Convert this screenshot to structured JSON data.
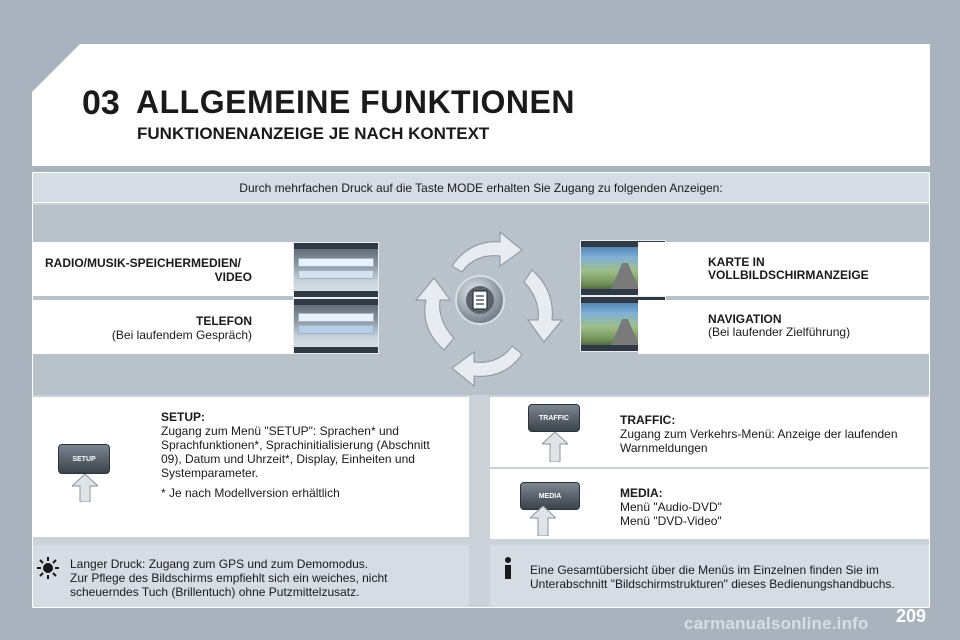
{
  "header": {
    "chapter": "03",
    "title": "ALLGEMEINE FUNKTIONEN",
    "subtitle": "FUNKTIONENANZEIGE JE NACH KONTEXT"
  },
  "intro": "Durch mehrfachen Druck auf die Taste MODE erhalten Sie Zugang zu folgenden Anzeigen:",
  "modes": {
    "radio": {
      "label_line1": "RADIO/MUSIK-SPEICHERMEDIEN/",
      "label_line2": "VIDEO"
    },
    "telefon": {
      "label": "TELEFON",
      "note": "(Bei laufendem Gespräch)"
    },
    "karte": {
      "label_line1": "KARTE IN",
      "label_line2": "VOLLBILDSCHIRMANZEIGE"
    },
    "navigation": {
      "label": "NAVIGATION",
      "note": "(Bei laufender Zielführung)"
    }
  },
  "setup": {
    "button_label": "SETUP",
    "title": "SETUP:",
    "line1": "Zugang zum Menü \"SETUP\": Sprachen* und",
    "line2": "Sprachfunktionen*, Sprachinitialisierung (Abschnitt",
    "line3": "09), Datum und Uhrzeit*, Display, Einheiten und",
    "line4": "Systemparameter.",
    "footnote": "* Je nach Modellversion erhältlich"
  },
  "traffic": {
    "button_label": "TRAFFIC",
    "title": "TRAFFIC:",
    "line1": "Zugang zum Verkehrs-Menü: Anzeige der laufenden",
    "line2": "Warnmeldungen"
  },
  "media": {
    "button_label": "MEDIA",
    "title": "MEDIA:",
    "line1": "Menü \"Audio-DVD\"",
    "line2": "Menü \"DVD-Video\""
  },
  "notes": {
    "left_line1": "Langer Druck: Zugang zum GPS und zum Demomodus.",
    "left_line2": "Zur Pflege des Bildschirms empfiehlt sich ein weiches, nicht",
    "left_line3": "scheuerndes Tuch (Brillentuch) ohne Putzmittelzusatz.",
    "right_line1": "Eine Gesamtübersicht über die Menüs im Einzelnen finden Sie im",
    "right_line2": "Unterabschnitt \"Bildschirmstrukturen\" dieses Bedienungshandbuchs."
  },
  "page_number": "209",
  "watermark": "carmanualsonline.info",
  "colors": {
    "background": "#a9b3be",
    "panel": "#ffffff",
    "band": "#b9c2cb",
    "note": "#d6dce3",
    "arrow": "#e8ecf0"
  }
}
